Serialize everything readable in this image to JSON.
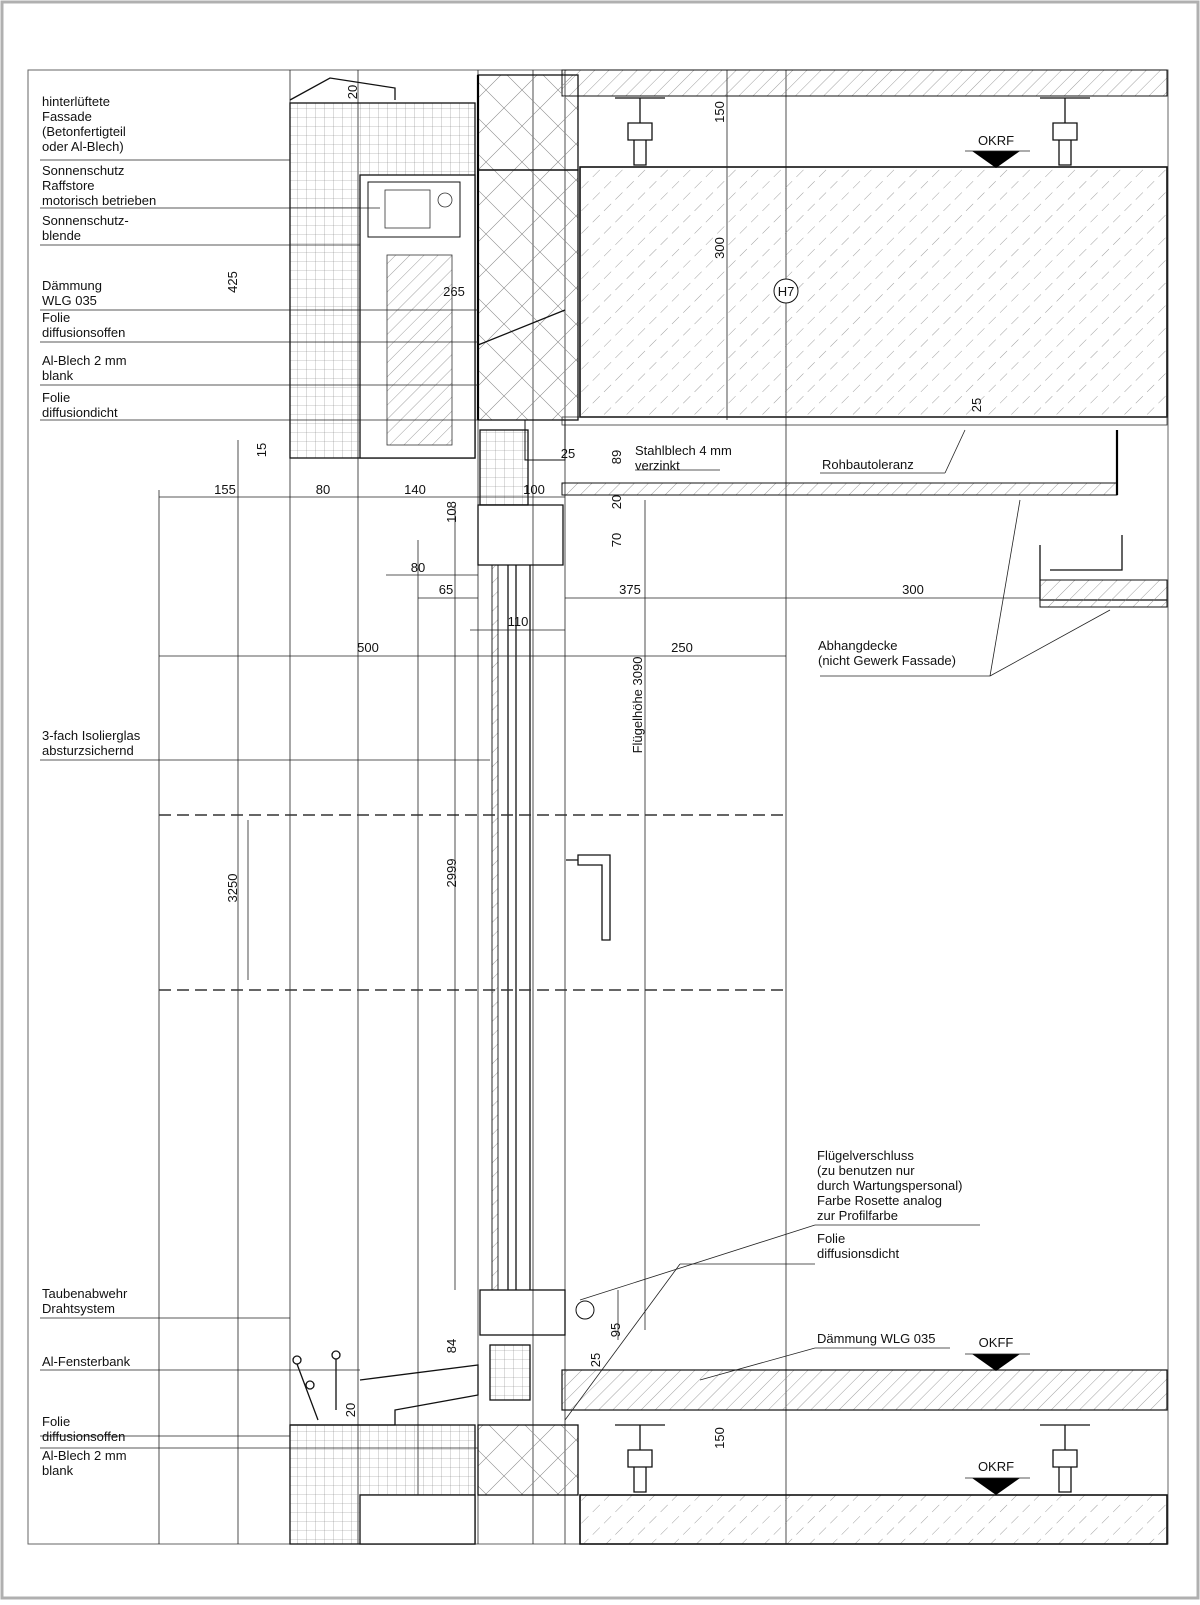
{
  "labels_left": [
    [
      "hinterlüftete",
      "Fassade",
      "(Betonfertigteil",
      "oder Al-Blech)"
    ],
    [
      "Sonnenschutz",
      "Raffstore",
      "motorisch betrieben"
    ],
    [
      "Sonnenschutz-",
      "blende"
    ],
    [
      "Dämmung",
      "WLG 035"
    ],
    [
      "Folie",
      "diffusionsoffen"
    ],
    [
      "Al-Blech 2 mm",
      "blank"
    ],
    [
      "Folie",
      "diffusiondicht"
    ],
    [
      "3-fach Isolierglas",
      "absturzsichernd"
    ],
    [
      "Taubenabwehr",
      "Drahtsystem"
    ],
    [
      "Al-Fensterbank"
    ],
    [
      "Folie",
      "diffusionsoffen"
    ],
    [
      "Al-Blech 2 mm",
      "blank"
    ]
  ],
  "labels_right": [
    [
      "Stahlblech 4 mm",
      "verzinkt"
    ],
    [
      "Rohbautoleranz"
    ],
    [
      "Abhangdecke",
      "(nicht Gewerk Fassade)"
    ],
    [
      "Flügelverschluss",
      "(zu benutzen nur",
      "durch Wartungspersonal)",
      "Farbe Rosette analog",
      "zur Profilfarbe"
    ],
    [
      "Folie",
      "diffusionsdicht"
    ],
    [
      "Dämmung WLG 035"
    ]
  ],
  "level_marks": [
    "OKRF",
    "OKFF",
    "OKRF"
  ],
  "axis_tag": "H7",
  "dimensions": {
    "d20_top": "20",
    "d150_top": "150",
    "d300_slab": "300",
    "d425": "425",
    "d265": "265",
    "d25_slab": "25",
    "d15": "15",
    "d25_bracket": "25",
    "d89": "89",
    "d155": "155",
    "d80a": "80",
    "d140": "140",
    "d100": "100",
    "d20_mid": "20",
    "d108": "108",
    "d70": "70",
    "d80b": "80",
    "d65": "65",
    "d375": "375",
    "d300_ceiling": "300",
    "d110": "110",
    "d500": "500",
    "d250": "250",
    "d3090": "Flügelhöhe 3090",
    "d3250": "3250",
    "d2999": "2999",
    "d95": "95",
    "d84": "84",
    "d25_bottom": "25",
    "d20_bottom": "20",
    "d150_bottom": "150"
  }
}
